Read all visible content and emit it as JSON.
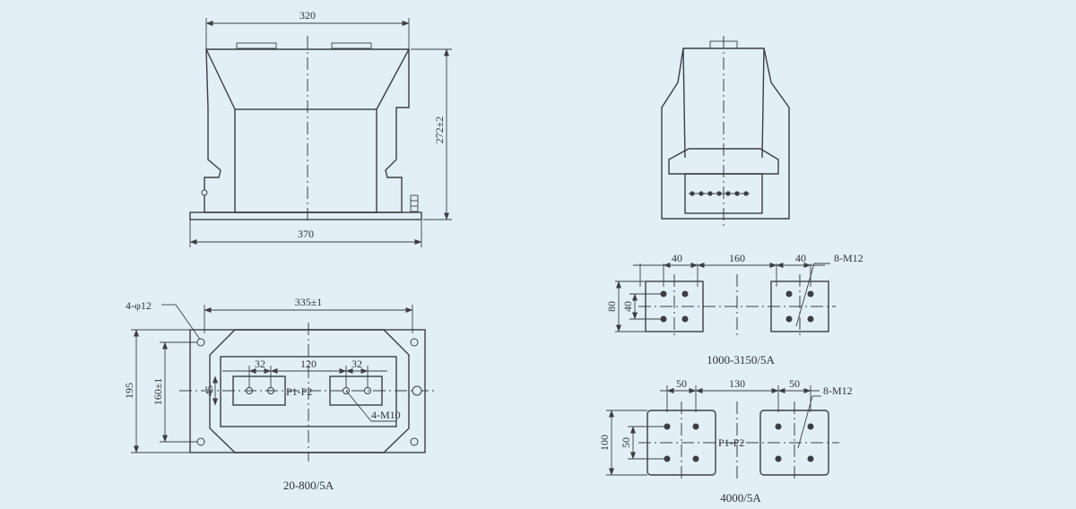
{
  "front_view": {
    "top_width": "320",
    "base_width": "370",
    "height": "272±2"
  },
  "plan_view": {
    "hole_spec": "4-φ12",
    "length": "335±1",
    "span_a": "32",
    "span_b": "120",
    "span_c": "32",
    "terminal_label": "P1-P2",
    "thread_spec": "4-M10",
    "height_outer": "195",
    "height_inner": "160±1",
    "small_dim": "45",
    "caption": "20-800/5A"
  },
  "side_view": {},
  "terminal_1000": {
    "dim_left": "40",
    "dim_mid": "160",
    "dim_right": "40",
    "thread_spec": "8-M12",
    "height_outer": "80",
    "height_inner": "40",
    "caption": "1000-3150/5A"
  },
  "terminal_4000": {
    "dim_left": "50",
    "dim_mid": "130",
    "dim_right": "50",
    "thread_spec": "8-M12",
    "height_outer": "100",
    "height_inner": "50",
    "terminal_label": "P1-P2",
    "caption": "4000/5A"
  }
}
